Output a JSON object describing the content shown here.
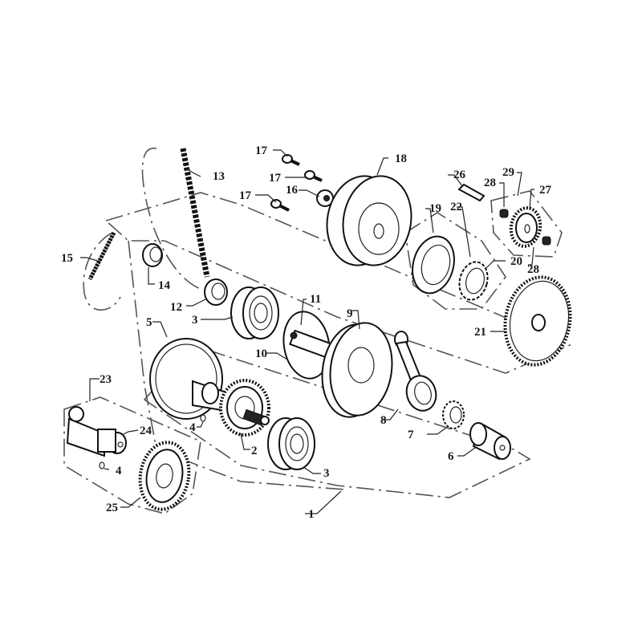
{
  "diagram": {
    "title": "Crankshaft and balancer exploded parts diagram",
    "callouts": {
      "c1": "1",
      "c2": "2",
      "c3a": "3",
      "c3b": "3",
      "c4a": "4",
      "c4b": "4",
      "c5": "5",
      "c6": "6",
      "c7": "7",
      "c8": "8",
      "c9": "9",
      "c10": "10",
      "c11": "11",
      "c12": "12",
      "c13": "13",
      "c14": "14",
      "c15": "15",
      "c16": "16",
      "c17a": "17",
      "c17b": "17",
      "c17c": "17",
      "c18": "18",
      "c19": "19",
      "c20": "20",
      "c21": "21",
      "c22": "22",
      "c23": "23",
      "c24": "24",
      "c25": "25",
      "c26": "26",
      "c27": "27",
      "c28a": "28",
      "c28b": "28",
      "c29": "29"
    }
  }
}
